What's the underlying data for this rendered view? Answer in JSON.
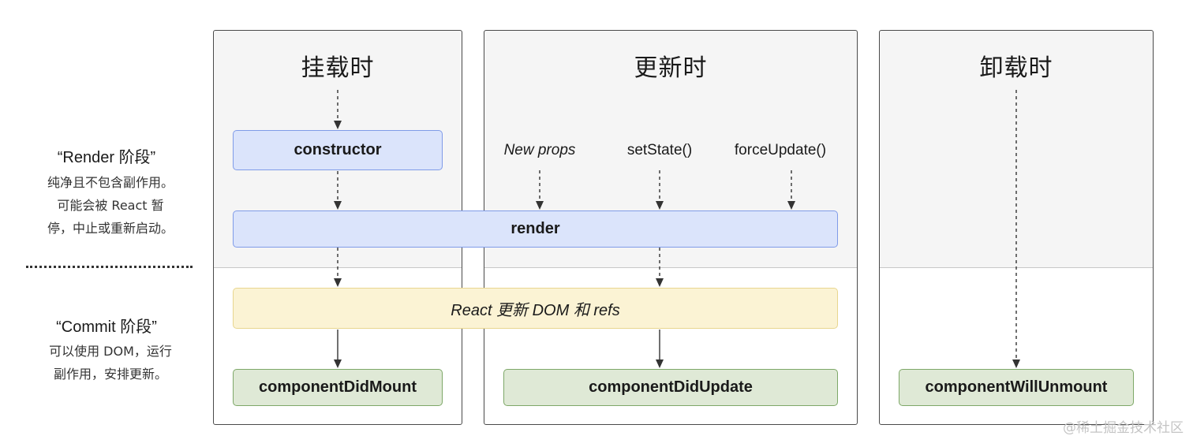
{
  "phases": {
    "mount": "挂载时",
    "update": "更新时",
    "unmount": "卸载时"
  },
  "side": {
    "render_heading": "“Render 阶段”",
    "render_desc": [
      "纯净且不包含副作用。",
      "可能会被 React 暂",
      "停，中止或重新启动。"
    ],
    "commit_heading": "“Commit 阶段”",
    "commit_desc": [
      "可以使用 DOM，运行",
      "副作用，安排更新。"
    ]
  },
  "triggers": {
    "new_props": "New props",
    "set_state": "setState()",
    "force_update": "forceUpdate()"
  },
  "methods": {
    "constructor": "constructor",
    "render": "render",
    "react_updates_dom": "React 更新 DOM 和 refs",
    "component_did_mount": "componentDidMount",
    "component_did_update": "componentDidUpdate",
    "component_will_unmount": "componentWillUnmount"
  },
  "watermark": "@稀土掘金技术社区",
  "colors": {
    "render_box_fill": "#dbe4fb",
    "render_box_border": "#7f9be8",
    "dom_box_fill": "#fbf3d4",
    "dom_box_border": "#e8d68f",
    "commit_box_fill": "#dfe9d6",
    "commit_box_border": "#7ea868",
    "panel_render_bg": "#f5f5f5"
  }
}
